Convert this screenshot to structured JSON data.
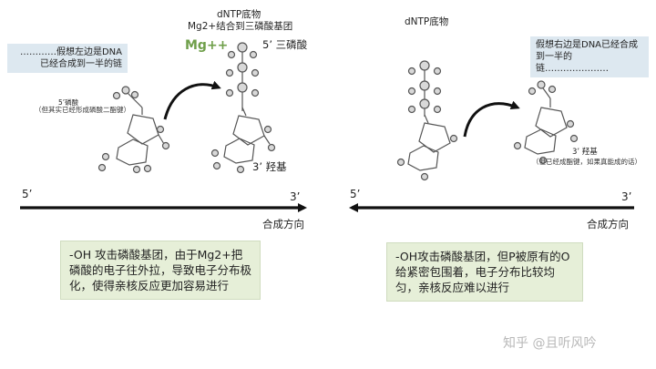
{
  "left": {
    "note": "…………假想左边是DNA已经合成到一半的链",
    "phosphate_label": "5’磷酸",
    "phosphate_sub": "（但其实已经形成磷酸二酯键）",
    "dntp_title": "dNTP底物",
    "mg_binding": "Mg2+结合到三磷酸基团",
    "mg": "Mg++",
    "triphosphate": "5’ 三磷酸",
    "hydroxyl": "3’ 羟基",
    "strand_5": "5’",
    "strand_3": "3’",
    "direction": "合成方向",
    "explanation": "-OH 攻击磷酸基团，由于Mg2+把磷酸的电子往外拉，导致电子分布极化，使得亲核反应更加容易进行"
  },
  "right": {
    "dntp_title": "dNTP底物",
    "note": "假想右边是DNA已经合成到一半的链…………………",
    "hydroxyl": "3’ 羟基",
    "hydroxyl_sub": "（但已经成酯键，如果真能成的话）",
    "strand_5": "5’",
    "strand_3": "3’",
    "direction": "合成方向",
    "explanation": "-OH攻击磷酸基团，但P被原有的O给紧密包围着，电子分布比较均匀，亲核反应难以进行"
  },
  "watermark": "知乎 @且听风吟"
}
